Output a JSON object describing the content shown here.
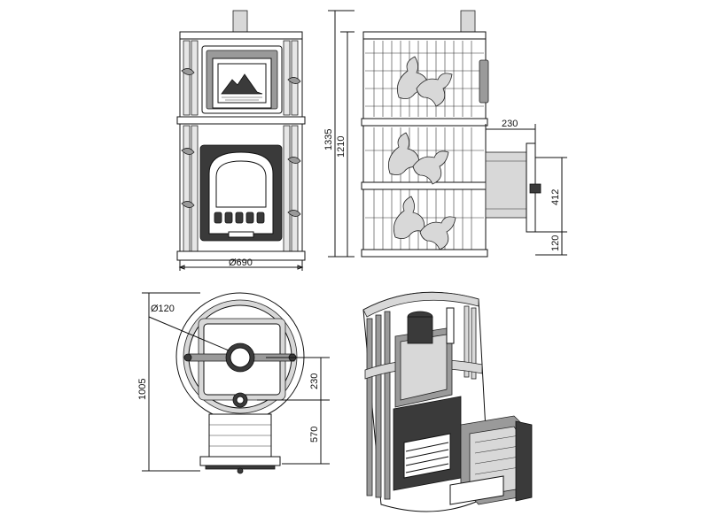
{
  "dimensions": {
    "front_width": "Ø690",
    "side_total_height": "1335",
    "side_body_height": "1210",
    "side_flue_depth": "230",
    "side_flue_height": "412",
    "side_flue_offset": "120",
    "top_diameter": "Ø120",
    "top_depth": "1005",
    "top_chimney_offset": "230",
    "top_firebox_length": "570"
  },
  "colors": {
    "line": "#111111",
    "fill_dark": "#3a3a3a",
    "fill_mid": "#9a9a9a",
    "fill_light": "#d8d8d8"
  }
}
